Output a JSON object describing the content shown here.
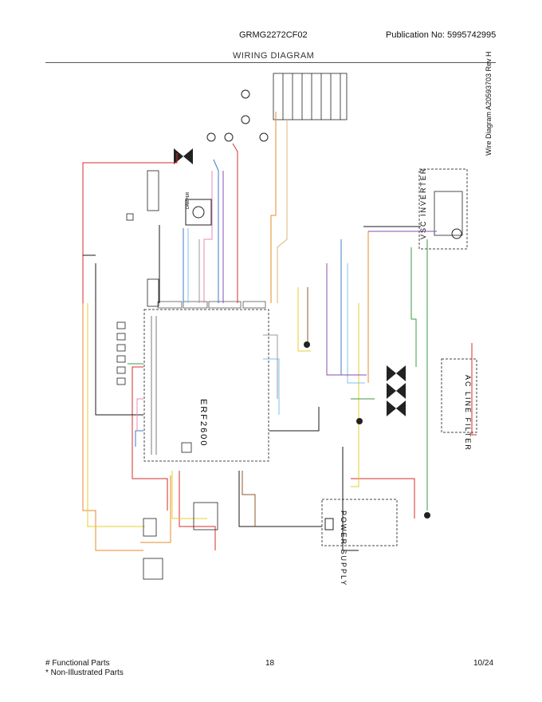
{
  "header": {
    "model": "GRMG2272CF02",
    "publication": "Publication No:  5995742995",
    "title": "WIRING DIAGRAM"
  },
  "side_note": "Wire Diagram A20593703 Rev H",
  "footer": {
    "functional_parts": "# Functional Parts",
    "non_illustrated": "* Non-Illustrated Parts",
    "page_number": "18",
    "page_count": "10/24"
  },
  "diagram": {
    "main_board_label": "ERF2600",
    "power_supply_label": "POWER SUPPLY",
    "ac_line_filter_label": "AC LINE FILTER",
    "vsc_inverter_label": "VSC INVERTER",
    "damper_label": "DAMPER"
  },
  "colors": {
    "red": "#d62d2d",
    "orange": "#e8892a",
    "yellow": "#e6cf2b",
    "blue": "#3f79c9",
    "light_blue": "#7fc2e6",
    "green": "#3c9a4a",
    "purple": "#8a4db0",
    "pink": "#e88bb0",
    "brown": "#8b5a2b",
    "black": "#1a1a1a",
    "tan": "#d9b47a",
    "gray": "#9a9a9a"
  }
}
